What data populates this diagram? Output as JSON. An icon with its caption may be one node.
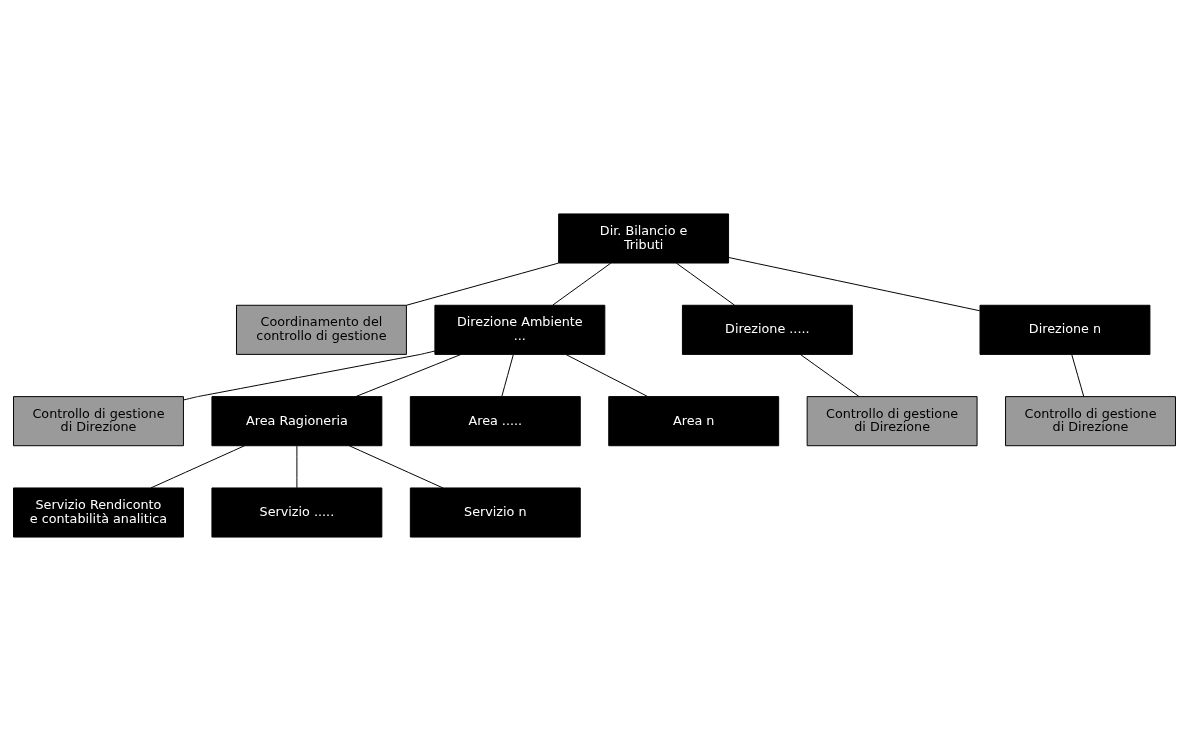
{
  "diagram": {
    "nodes": [
      {
        "text": [
          "Dir. Bilancio e Tributi"
        ]
      },
      {
        "text": [
          "Coordinamento del controllo di gestione"
        ]
      },
      {
        "text": [
          "Direzione Ambiente ..."
        ]
      },
      {
        "text": [
          "Direzione ....."
        ]
      },
      {
        "text": [
          "Direzione n"
        ]
      },
      {
        "text": [
          "Controllo di gestione di Direzione"
        ]
      },
      {
        "text": [
          "Controllo di gestione di Direzione"
        ]
      },
      {
        "text": [
          "Controllo di gestione di Direzione"
        ]
      },
      {
        "text": [
          "Area Ragioneria"
        ]
      },
      {
        "text": [
          "Area ....."
        ]
      },
      {
        "text": [
          "Area n"
        ]
      },
      {
        "text": [
          "Servizio Rendiconto e contabilità analitica"
        ]
      },
      {
        "text": [
          "Servizio ....."
        ]
      },
      {
        "text": [
          "Servizio n"
        ]
      }
    ],
    "edges": [
      {
        "from": 0,
        "to": 1,
        "arrow": "none"
      },
      {
        "from": 0,
        "to": 2,
        "arrow": "none"
      },
      {
        "from": 0,
        "to": 3,
        "arrow": "none"
      },
      {
        "from": 0,
        "to": 4,
        "arrow": "none"
      },
      {
        "from": 2,
        "to": 5,
        "arrow": "none"
      },
      {
        "from": 3,
        "to": 6,
        "arrow": "none"
      },
      {
        "from": 4,
        "to": 7,
        "arrow": "none"
      },
      {
        "from": 2,
        "to": 8,
        "arrow": "none"
      },
      {
        "from": 2,
        "to": 9,
        "arrow": "none"
      },
      {
        "from": 2,
        "to": 10,
        "arrow": "none"
      },
      {
        "from": 8,
        "to": 11,
        "arrow": "none"
      },
      {
        "from": 8,
        "to": 12,
        "arrow": "none"
      },
      {
        "from": 8,
        "to": 13,
        "arrow": "none"
      }
    ]
  }
}
